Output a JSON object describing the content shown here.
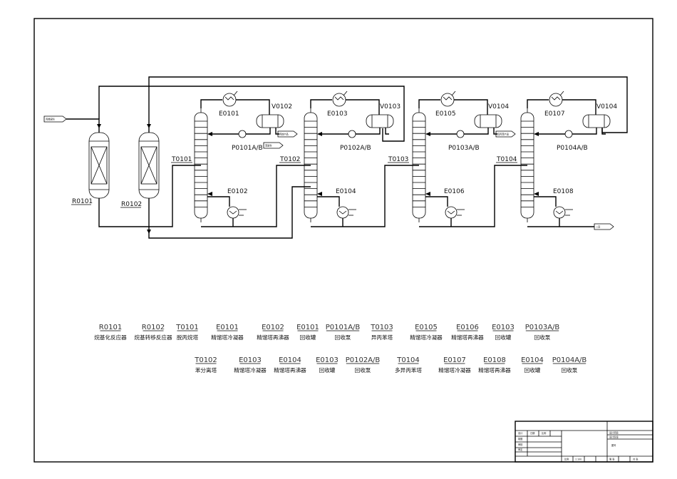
{
  "equipment": {
    "R0101": "R0101",
    "R0102": "R0102",
    "T0101": "T0101",
    "T0102": "T0102",
    "T0103": "T0103",
    "T0104": "T0104",
    "E0101": "E0101",
    "E0102": "E0102",
    "E0103": "E0103",
    "E0104": "E0104",
    "E0105": "E0105",
    "E0106": "E0106",
    "E0107": "E0107",
    "E0108": "E0108",
    "V0102": "V0102",
    "V0103": "V0103",
    "V0104a": "V0104",
    "V0104b": "V0104",
    "P0101": "P0101A/B",
    "P0102": "P0102A/B",
    "P0103": "P0103A/B",
    "P0104": "P0104A/B"
  },
  "streams": {
    "feed": "丙烯原料",
    "product1": "丙烷产品",
    "product2": "苯原料",
    "product3": "异丙苯产品",
    "product4": "二异"
  },
  "legend_row1": [
    {
      "tag": "R0101",
      "desc": "烷基化反应器"
    },
    {
      "tag": "R0102",
      "desc": "烷基转移反应器"
    },
    {
      "tag": "T0101",
      "desc": "脱丙烷塔"
    },
    {
      "tag": "E0101",
      "desc": "精馏塔冷凝器"
    },
    {
      "tag": "E0102",
      "desc": "精馏塔再沸器"
    },
    {
      "tag": "E0101",
      "desc": "回收罐"
    },
    {
      "tag": "P0101A/B",
      "desc": "回收泵"
    },
    {
      "tag": "T0103",
      "desc": "异丙苯塔"
    },
    {
      "tag": "E0105",
      "desc": "精馏塔冷凝器"
    },
    {
      "tag": "E0106",
      "desc": "精馏塔再沸器"
    },
    {
      "tag": "E0103",
      "desc": "回收罐"
    },
    {
      "tag": "P0103A/B",
      "desc": "回收泵"
    }
  ],
  "legend_row2": [
    {
      "tag": "T0102",
      "desc": "苯分离塔"
    },
    {
      "tag": "E0103",
      "desc": "精馏塔冷凝器"
    },
    {
      "tag": "E0104",
      "desc": "精馏塔再沸器"
    },
    {
      "tag": "E0103",
      "desc": "回收罐"
    },
    {
      "tag": "P0102A/B",
      "desc": "回收泵"
    },
    {
      "tag": "T0104",
      "desc": "多异丙苯塔"
    },
    {
      "tag": "E0107",
      "desc": "精馏塔冷凝器"
    },
    {
      "tag": "E0108",
      "desc": "精馏塔再沸器"
    },
    {
      "tag": "E0104",
      "desc": "回收罐"
    },
    {
      "tag": "P0104A/B",
      "desc": "回收泵"
    }
  ],
  "title_block": {
    "h1": "设计",
    "h2": "日期",
    "h3": "比例",
    "r1": "制图",
    "r2": "审核",
    "r3": "审定",
    "right1": "设计项目",
    "right2": "设计阶段",
    "right3": "图号",
    "bottom1": "比例",
    "bottom2": "1:100",
    "bottom3": "第 张",
    "bottom4": "共 张"
  }
}
